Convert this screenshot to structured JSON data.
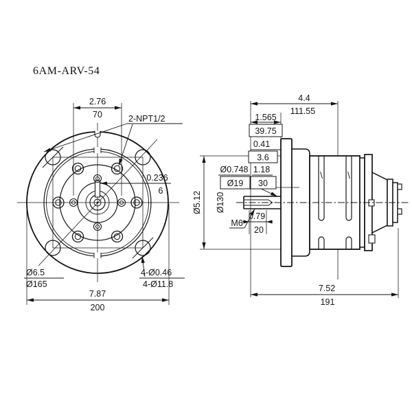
{
  "title": "6AM-ARV-54",
  "front_view": {
    "dims": {
      "port_spacing": {
        "in": "2.76",
        "mm": "70"
      },
      "ports_label": "2-NPT1/2",
      "keyway_width": {
        "in": "0.236",
        "mm": "6"
      },
      "mount_bolt_circle": {
        "in": "Ø6.5",
        "mm": "Ø165"
      },
      "mount_holes": {
        "in": "4-Ø0.46",
        "mm": "4-Ø11.8"
      },
      "flange_od": {
        "in": "7.87",
        "mm": "200"
      }
    }
  },
  "side_view": {
    "dims": {
      "front_section_len": {
        "in": "4.4",
        "mm": "111.55"
      },
      "shaft_len": {
        "in": "1.565",
        "mm": "39.75"
      },
      "shaft_step": {
        "in": "0.41",
        "mm": "3.6"
      },
      "shaft_dia": {
        "in": "Ø0.748",
        "mm": "Ø19"
      },
      "key_len": {
        "in": "1.18",
        "mm": "30"
      },
      "pilot_dia": {
        "in": "Ø5.12",
        "mm": "Ø130"
      },
      "tap_thread": "M6",
      "tap_len": {
        "in": "0.79",
        "mm": "20"
      },
      "overall_len": {
        "in": "7.52",
        "mm": "191"
      }
    }
  }
}
